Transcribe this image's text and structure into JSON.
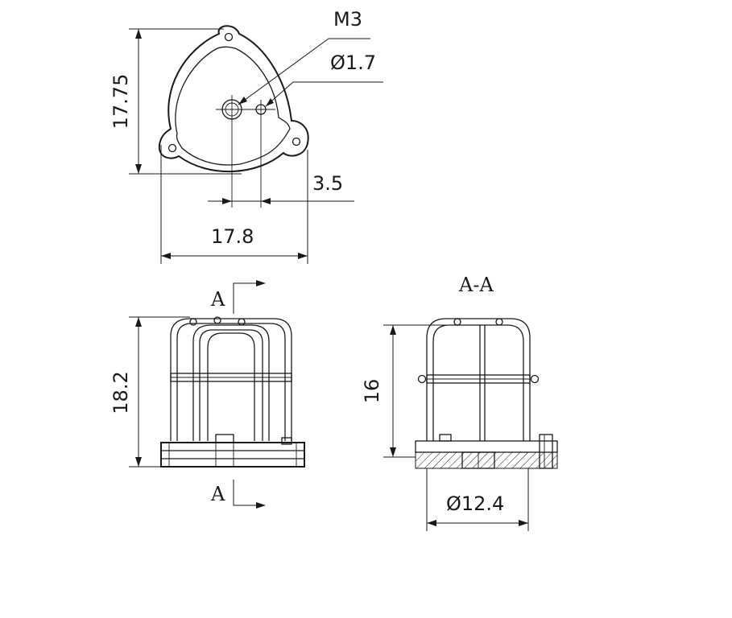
{
  "top_view": {
    "thread_label": "M3",
    "hole_label": "Ø1.7",
    "offset_label": "3.5",
    "width_label": "17.8",
    "height_label": "17.75"
  },
  "side_view": {
    "height_label": "18.2",
    "section_mark_top": "A",
    "section_mark_bottom": "A"
  },
  "section_view": {
    "title": "A-A",
    "height_label": "16",
    "diameter_label": "Ø12.4"
  }
}
